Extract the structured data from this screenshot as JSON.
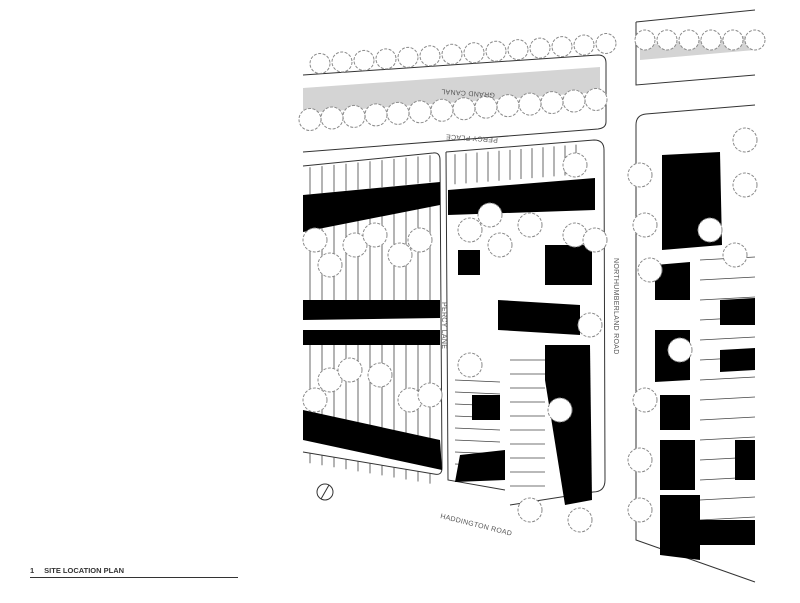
{
  "drawing": {
    "number": "1",
    "title": "SITE LOCATION PLAN"
  },
  "labels": {
    "canal": "GRAND CANAL",
    "percy_place": "PERCY PLACE",
    "percy_lane": "PERCY LANE",
    "northumberland_road": "NORTHUMBERLAND ROAD",
    "haddington_road": "HADDINGTON ROAD"
  },
  "colors": {
    "building": "#000000",
    "canal": "#d4d4d4",
    "tree": "#8a8a8a",
    "line": "#333333"
  },
  "icons": {
    "north": "north-arrow-icon"
  }
}
